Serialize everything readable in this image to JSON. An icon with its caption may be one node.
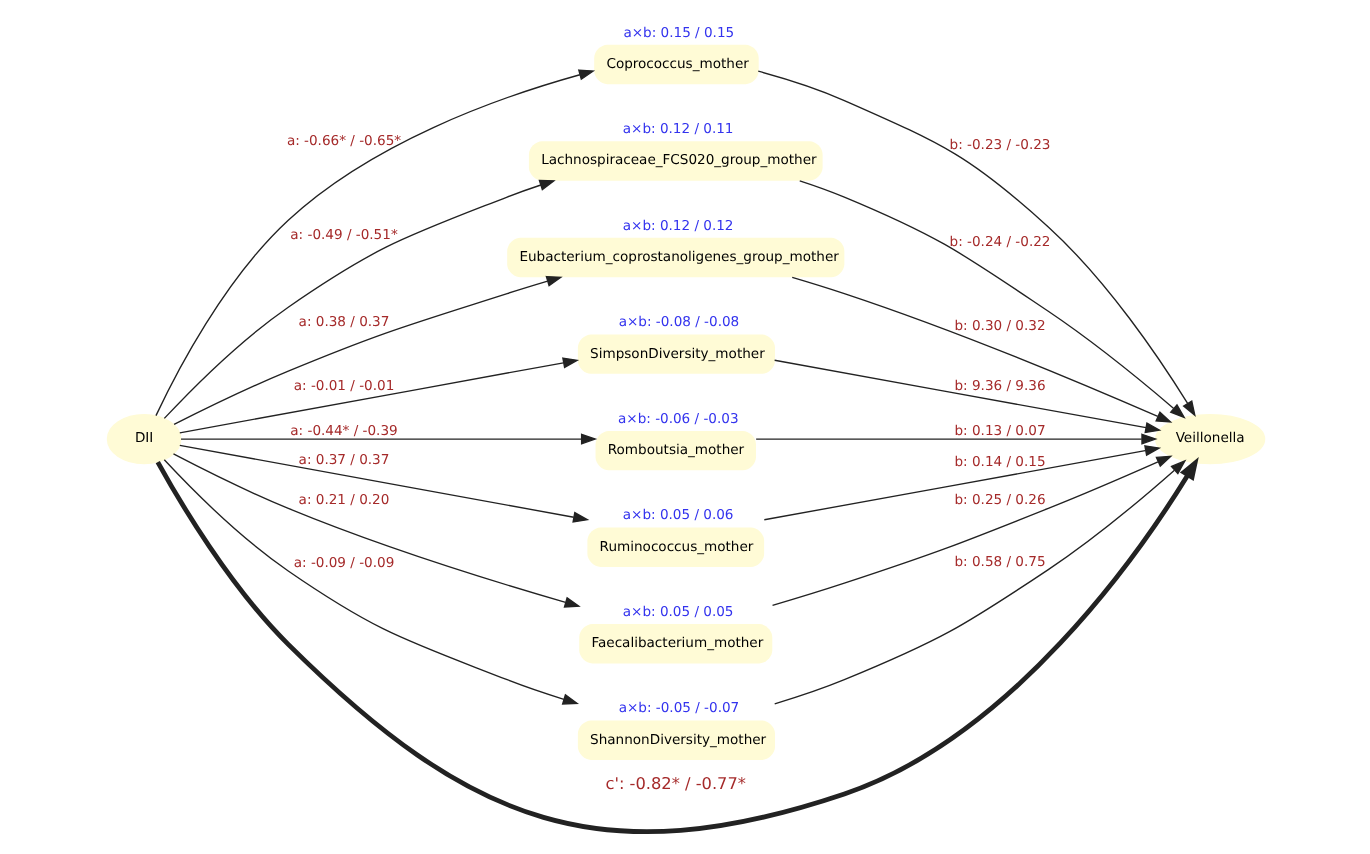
{
  "diagram": {
    "nodes": [
      {
        "text": [
          "DII"
        ]
      },
      {
        "text": [
          "Coprococcus_mother"
        ],
        "beside": [
          "a×b: 0.15 / 0.15"
        ]
      },
      {
        "text": [
          "Lachnospiraceae_FCS020_group_mother"
        ],
        "beside": [
          "a×b: 0.12 / 0.11"
        ]
      },
      {
        "text": [
          "Eubacterium_coprostanoligenes_group_mother"
        ],
        "beside": [
          "a×b: 0.12 / 0.12"
        ]
      },
      {
        "text": [
          "SimpsonDiversity_mother"
        ],
        "beside": [
          "a×b: -0.08 / -0.08"
        ]
      },
      {
        "text": [
          "Romboutsia_mother"
        ],
        "beside": [
          "a×b: -0.06 / -0.03"
        ]
      },
      {
        "text": [
          "Ruminococcus_mother"
        ],
        "beside": [
          "a×b: 0.05 / 0.06"
        ]
      },
      {
        "text": [
          "Faecalibacterium_mother"
        ],
        "beside": [
          "a×b: 0.05 / 0.05"
        ]
      },
      {
        "text": [
          "ShannonDiversity_mother"
        ],
        "beside": [
          "a×b: -0.05 / -0.07"
        ]
      },
      {
        "text": [
          "Veillonella"
        ]
      }
    ],
    "edges": [
      {
        "from": 0,
        "to": 1,
        "arrow": "to",
        "label": "a: -0.66* / -0.65*"
      },
      {
        "from": 0,
        "to": 2,
        "arrow": "to",
        "label": "a: -0.49 / -0.51*"
      },
      {
        "from": 0,
        "to": 3,
        "arrow": "to",
        "label": "a: 0.38 / 0.37"
      },
      {
        "from": 0,
        "to": 4,
        "arrow": "to",
        "label": "a: -0.01 / -0.01"
      },
      {
        "from": 0,
        "to": 5,
        "arrow": "to",
        "label": "a: -0.44* / -0.39"
      },
      {
        "from": 0,
        "to": 6,
        "arrow": "to",
        "label": "a: 0.37 / 0.37"
      },
      {
        "from": 0,
        "to": 7,
        "arrow": "to",
        "label": "a: 0.21 / 0.20"
      },
      {
        "from": 0,
        "to": 8,
        "arrow": "to",
        "label": "a: -0.09 / -0.09"
      },
      {
        "from": 1,
        "to": 9,
        "arrow": "to",
        "label": "b: -0.23 / -0.23"
      },
      {
        "from": 2,
        "to": 9,
        "arrow": "to",
        "label": "b: -0.24 / -0.22"
      },
      {
        "from": 3,
        "to": 9,
        "arrow": "to",
        "label": "b: 0.30 / 0.32"
      },
      {
        "from": 4,
        "to": 9,
        "arrow": "to",
        "label": "b: 9.36 / 9.36"
      },
      {
        "from": 5,
        "to": 9,
        "arrow": "to",
        "label": "b: 0.13 / 0.07"
      },
      {
        "from": 6,
        "to": 9,
        "arrow": "to",
        "label": "b: 0.14 / 0.15"
      },
      {
        "from": 7,
        "to": 9,
        "arrow": "to",
        "label": "b: 0.25 / 0.26"
      },
      {
        "from": 8,
        "to": 9,
        "arrow": "to",
        "label": "b: 0.58 / 0.75"
      },
      {
        "from": 0,
        "to": 9,
        "arrow": "to",
        "label": "c': -0.82* / -0.77*",
        "style": "thick"
      }
    ]
  }
}
